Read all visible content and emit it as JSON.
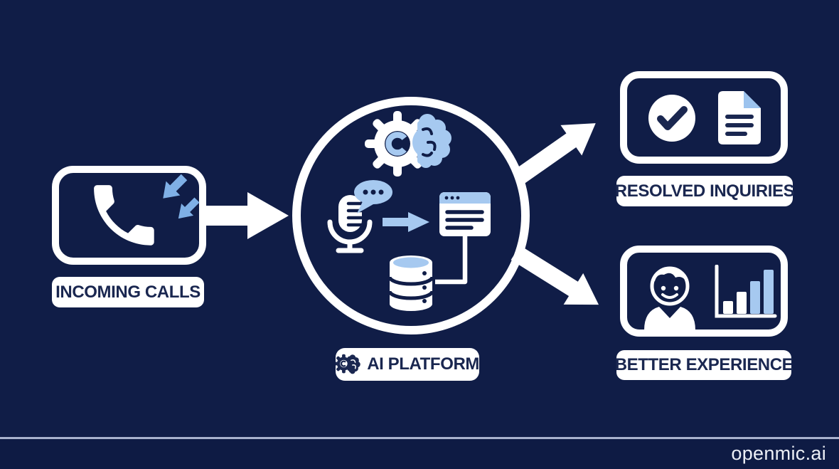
{
  "title": "AI call handling flow diagram",
  "colors": {
    "background": "#101d47",
    "footer_bar": "#0e1b44",
    "white": "#ffffff",
    "ink_navy": "#1a2750",
    "light_blue": "#a6c9f0",
    "mid_blue": "#7fb0e6",
    "rule_gray": "#a9b2cd"
  },
  "nodes": {
    "incoming_calls": {
      "label": "INCOMING CALLS",
      "icons": [
        "phone-icon",
        "incoming-call-arrows-icon"
      ]
    },
    "ai_platform": {
      "label": "AI PLATFORM",
      "icons": [
        "gear-brain-icon",
        "microphone-icon",
        "speech-bubble-icon",
        "flow-arrow-icon",
        "browser-window-icon",
        "database-icon"
      ]
    },
    "resolved_inquiries": {
      "label": "RESOLVED INQUIRIES",
      "icons": [
        "check-circle-icon",
        "document-icon"
      ]
    },
    "better_experience": {
      "label": "BETTER EXPERIENCE",
      "icons": [
        "person-icon",
        "bar-chart-icon"
      ]
    }
  },
  "connectors": [
    "arrow-incoming-to-hub",
    "arrow-hub-to-resolved",
    "arrow-hub-to-better"
  ],
  "footer": {
    "brand": "openmic.ai"
  }
}
